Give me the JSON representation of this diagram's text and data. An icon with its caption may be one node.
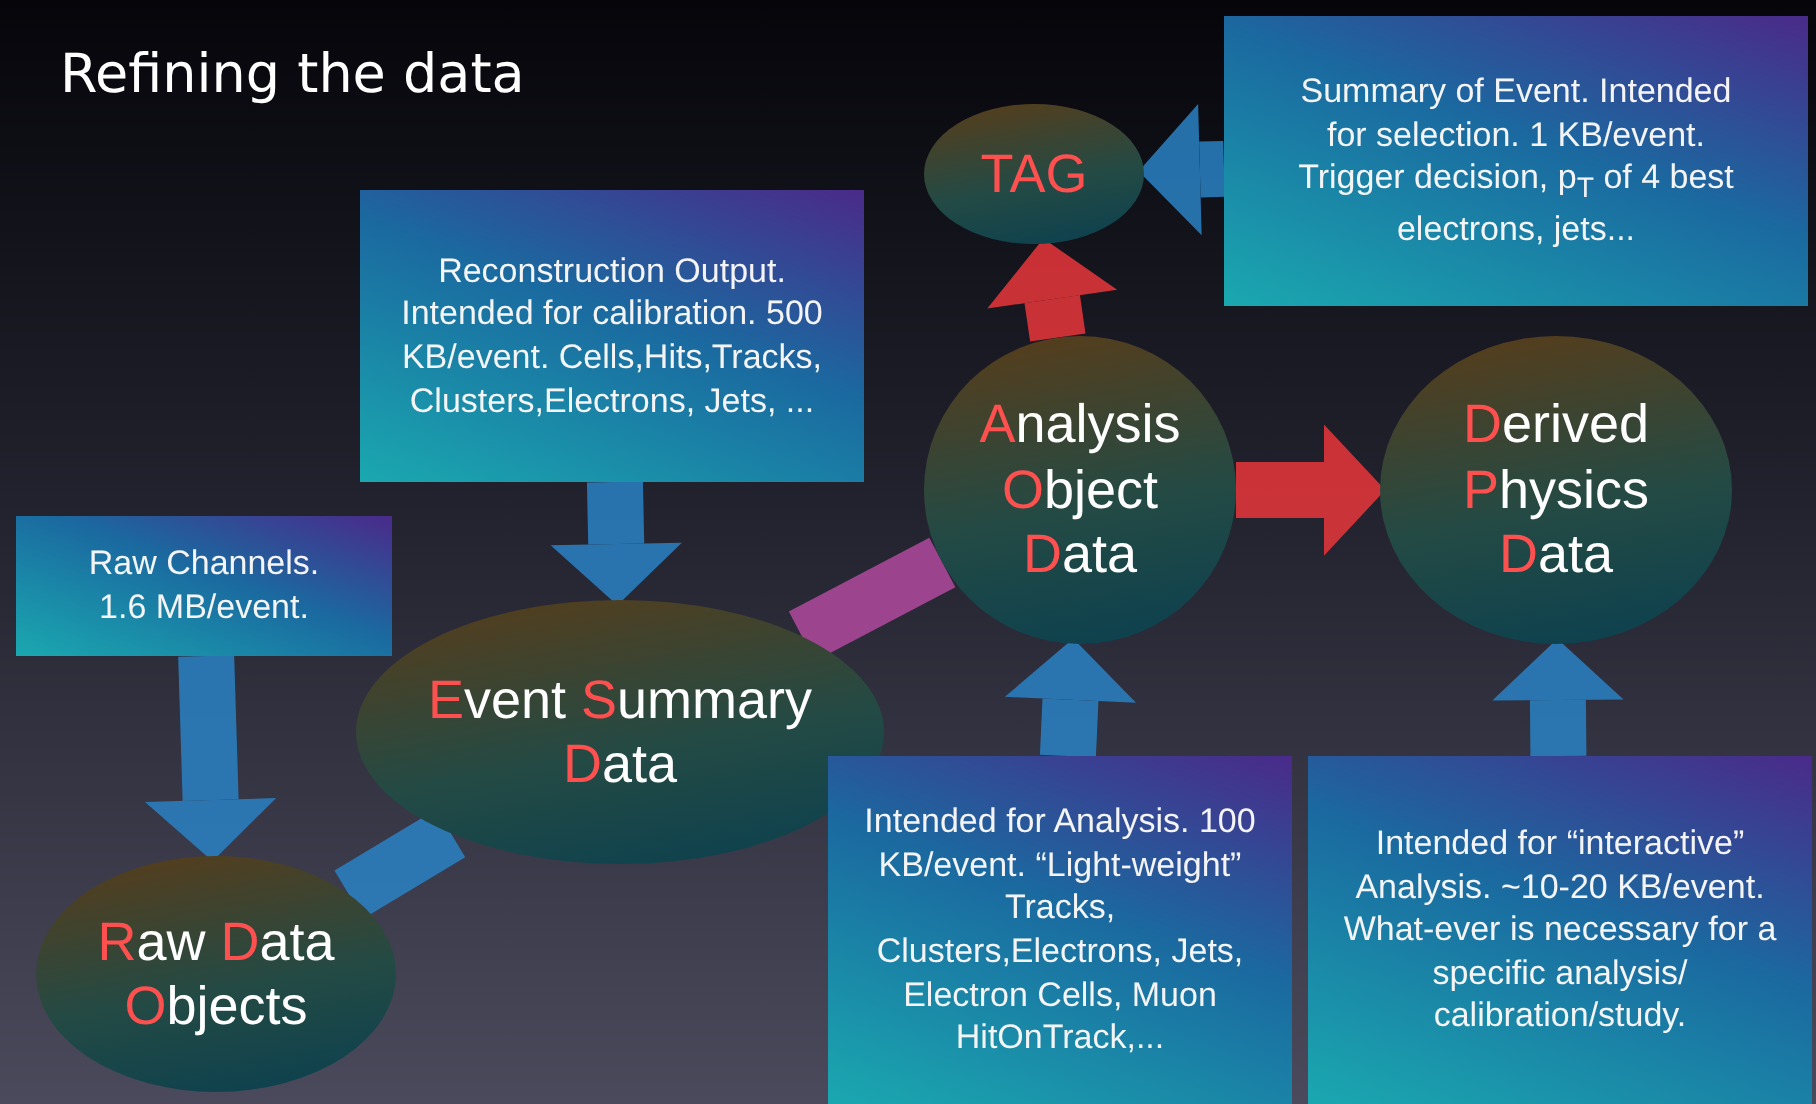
{
  "diagram": {
    "title": "Refining the data",
    "nodes": [
      {
        "text": [
          "Raw Channels. 1.6 MB/event."
        ]
      },
      {
        "text": [
          "Reconstruction Output. Intended for calibration. 500 KB/event. Cells,Hits,Tracks, Clusters,Electrons, Jets, ..."
        ]
      },
      {
        "text": [
          "Event Summary Data"
        ]
      },
      {
        "text": [
          "Raw Data Objects"
        ]
      },
      {
        "text": [
          "TAG"
        ]
      },
      {
        "text": [
          "Summary of Event. Intended for selection. 1 KB/event. Trigger decision, p$_{T}$ of 4 best electrons, jets..."
        ]
      },
      {
        "text": [
          "Analysis Object Data"
        ]
      },
      {
        "text": [
          "Derived Physics Data"
        ]
      },
      {
        "text": [
          "Intended for Analysis. 100 KB/event. “Light-weight” Tracks, Clusters,Electrons, Jets, Electron Cells, Muon HitOnTrack,..."
        ]
      },
      {
        "text": [
          "Intended for “interactive” Analysis. ~10-20 KB/event. What-ever is necessary for a specific analysis/ calibration/study."
        ]
      }
    ],
    "edges": [
      {
        "from": 0,
        "to": 3,
        "arrow": "to"
      },
      {
        "from": 1,
        "to": 2,
        "arrow": "to"
      },
      {
        "from": 5,
        "to": 4,
        "arrow": "to"
      },
      {
        "from": 8,
        "to": 6,
        "arrow": "to"
      },
      {
        "from": 9,
        "to": 7,
        "arrow": "to"
      },
      {
        "from": 3,
        "to": 2,
        "arrow": "none"
      },
      {
        "from": 2,
        "to": 6,
        "arrow": "none",
        "color": "#b04a9e"
      },
      {
        "from": 6,
        "to": 7,
        "arrow": "to",
        "color": "#e8363a"
      },
      {
        "from": 6,
        "to": 4,
        "arrow": "to",
        "color": "#e8363a"
      }
    ]
  }
}
